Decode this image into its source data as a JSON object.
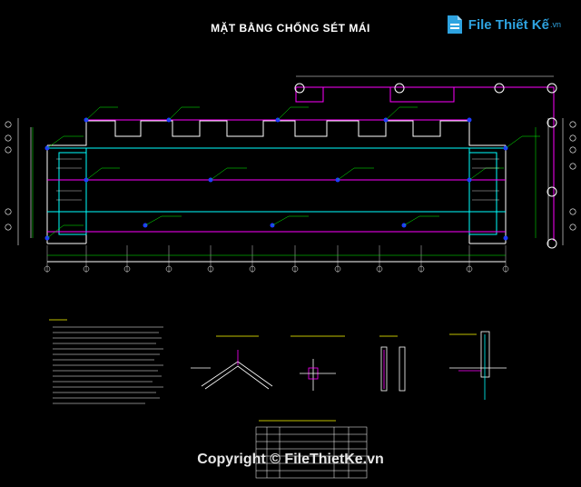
{
  "drawing": {
    "title": "MẶT BẰNG CHỐNG SÉT MÁI",
    "copyright": "Copyright © FileThietKe.vn"
  },
  "logo": {
    "name": "File Thiết Kế",
    "suffix": ".vn"
  },
  "colors": {
    "background": "#000000",
    "outline": "#ffffff",
    "parapet": "#ff00ff",
    "roof_edge": "#00ffff",
    "dimension": "#00ff00",
    "air_terminal": "#1e3cff",
    "logo": "#2ea3e0"
  }
}
